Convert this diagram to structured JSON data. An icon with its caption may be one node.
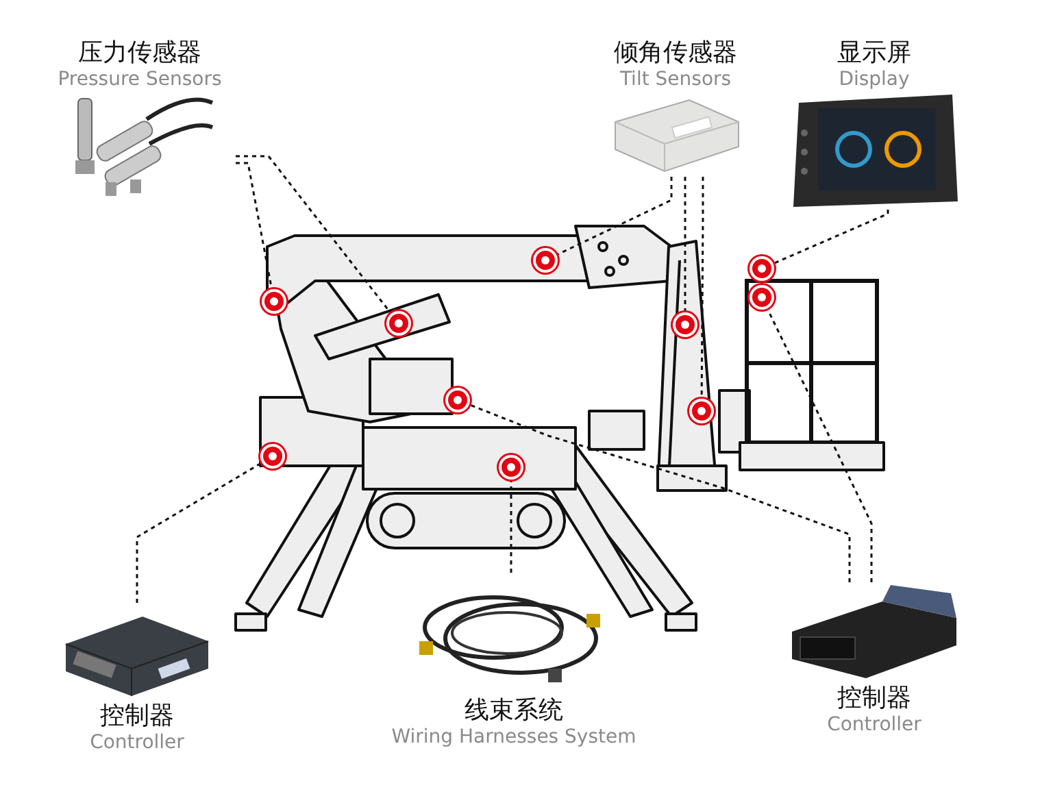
{
  "diagram": {
    "nodes": [
      {
        "text": [
          "压力传感器",
          "Pressure Sensors"
        ]
      },
      {
        "text": [
          "倾角传感器",
          "Tilt Sensors"
        ]
      },
      {
        "text": [
          "显示屏",
          "Display"
        ]
      },
      {
        "text": [
          "控制器",
          "Controller"
        ]
      },
      {
        "text": [
          "线束系统",
          "Wiring Harnesses System"
        ]
      },
      {
        "text": [
          "控制器",
          "Controller"
        ]
      },
      {
        "text": [],
        "shape": "circle"
      },
      {
        "text": [],
        "shape": "circle"
      },
      {
        "text": [],
        "shape": "circle"
      },
      {
        "text": [],
        "shape": "circle"
      },
      {
        "text": [],
        "shape": "circle"
      },
      {
        "text": [],
        "shape": "circle"
      },
      {
        "text": [],
        "shape": "circle"
      },
      {
        "text": [],
        "shape": "circle"
      },
      {
        "text": [],
        "shape": "circle"
      },
      {
        "text": [],
        "shape": "circle"
      }
    ],
    "edges": [
      {
        "from": 0,
        "to": 9,
        "arrow": "none",
        "style": "dashed"
      },
      {
        "from": 0,
        "to": 10,
        "arrow": "none",
        "style": "dashed"
      },
      {
        "from": 1,
        "to": 6,
        "arrow": "none",
        "style": "dashed"
      },
      {
        "from": 1,
        "to": 11,
        "arrow": "none",
        "style": "dashed"
      },
      {
        "from": 1,
        "to": 13,
        "arrow": "none",
        "style": "dashed"
      },
      {
        "from": 2,
        "to": 7,
        "arrow": "none",
        "style": "dashed"
      },
      {
        "from": 5,
        "to": 8,
        "arrow": "none",
        "style": "dashed"
      },
      {
        "from": 5,
        "to": 12,
        "arrow": "none",
        "style": "dashed"
      },
      {
        "from": 3,
        "to": 14,
        "arrow": "none",
        "style": "dashed"
      },
      {
        "from": 4,
        "to": 15,
        "arrow": "none",
        "style": "dashed"
      }
    ]
  }
}
